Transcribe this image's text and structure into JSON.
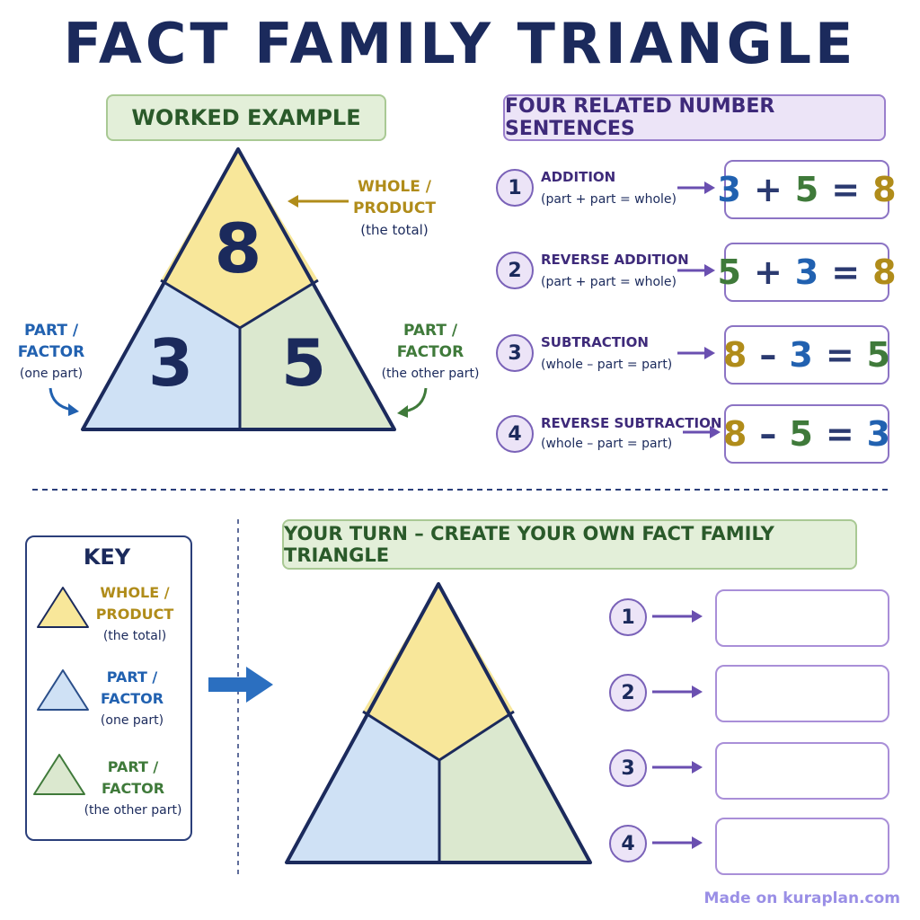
{
  "title": "FACT FAMILY TRIANGLE",
  "worked_example": {
    "heading": "WORKED EXAMPLE",
    "top_value": "8",
    "left_value": "3",
    "right_value": "5",
    "whole_label_line1": "WHOLE /",
    "whole_label_line2": "PRODUCT",
    "whole_label_sub": "(the total)",
    "part_left_line1": "PART /",
    "part_left_line2": "FACTOR",
    "part_left_sub": "(one part)",
    "part_right_line1": "PART /",
    "part_right_line2": "FACTOR",
    "part_right_sub": "(the other part)"
  },
  "sentences": {
    "heading": "FOUR RELATED NUMBER SENTENCES",
    "items": [
      {
        "num": "1",
        "name": "ADDITION",
        "sub": "(part + part = whole)",
        "a": "3",
        "op": "+",
        "b": "5",
        "eq": "=",
        "c": "8"
      },
      {
        "num": "2",
        "name": "REVERSE ADDITION",
        "sub": "(part + part = whole)",
        "a": "5",
        "op": "+",
        "b": "3",
        "eq": "=",
        "c": "8"
      },
      {
        "num": "3",
        "name": "SUBTRACTION",
        "sub": "(whole – part = part)",
        "a": "8",
        "op": "–",
        "b": "3",
        "eq": "=",
        "c": "5"
      },
      {
        "num": "4",
        "name": "REVERSE SUBTRACTION",
        "sub": "(whole – part = part)",
        "a": "8",
        "op": "–",
        "b": "5",
        "eq": "=",
        "c": "3"
      }
    ]
  },
  "key": {
    "heading": "KEY",
    "items": [
      {
        "line1": "WHOLE /",
        "line2": "PRODUCT",
        "sub": "(the total)"
      },
      {
        "line1": "PART /",
        "line2": "FACTOR",
        "sub": "(one part)"
      },
      {
        "line1": "PART /",
        "line2": "FACTOR",
        "sub": "(the other part)"
      }
    ]
  },
  "your_turn": {
    "heading": "YOUR TURN – CREATE YOUR OWN FACT FAMILY TRIANGLE",
    "items": [
      "1",
      "2",
      "3",
      "4"
    ]
  },
  "colors": {
    "whole": "#f8e79a",
    "part_one": "#cfe1f5",
    "part_other": "#dbe8cf",
    "outline": "#1b2a5c",
    "accent_purple": "#6a4fb0"
  },
  "watermark": "Made on kuraplan.com"
}
